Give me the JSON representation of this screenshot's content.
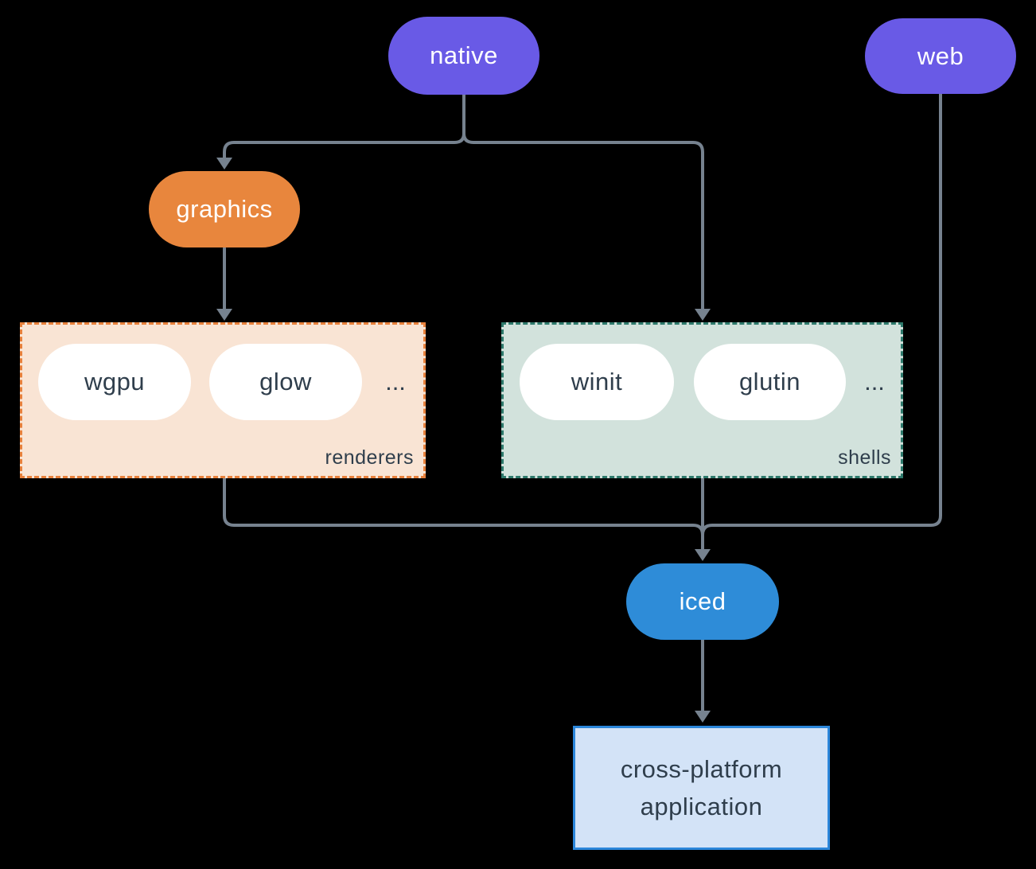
{
  "diagram": {
    "background": "#000000",
    "connector_color": "#76828F",
    "nodes": {
      "native": {
        "label": "native",
        "fill": "#695AE6",
        "text_color": "#FFFFFF"
      },
      "web": {
        "label": "web",
        "fill": "#695AE6",
        "text_color": "#FFFFFF"
      },
      "graphics": {
        "label": "graphics",
        "fill": "#E8863D",
        "text_color": "#FFFFFF"
      },
      "iced": {
        "label": "iced",
        "fill": "#2E8CD8",
        "text_color": "#FFFFFF"
      },
      "application": {
        "line1": "cross-platform",
        "line2": "application",
        "fill": "#D3E3F7",
        "border_color": "#2B86DA",
        "text_color": "#2F3E4C"
      }
    },
    "groups": {
      "renderers": {
        "label": "renderers",
        "fill": "#F9E4D4",
        "border_color": "#E8813C",
        "item_fill": "#FFFFFF",
        "text_color": "#2F3E4C",
        "items": [
          "wgpu",
          "glow"
        ],
        "ellipsis": "..."
      },
      "shells": {
        "label": "shells",
        "fill": "#D2E2DC",
        "border_color": "#2E7A6C",
        "item_fill": "#FFFFFF",
        "text_color": "#2F3E4C",
        "items": [
          "winit",
          "glutin"
        ],
        "ellipsis": "..."
      }
    },
    "edges": [
      {
        "from": "native",
        "to": "graphics"
      },
      {
        "from": "native",
        "to": "shells"
      },
      {
        "from": "graphics",
        "to": "renderers"
      },
      {
        "from": "renderers",
        "to": "iced"
      },
      {
        "from": "shells",
        "to": "iced"
      },
      {
        "from": "web",
        "to": "iced"
      },
      {
        "from": "iced",
        "to": "application"
      }
    ]
  }
}
